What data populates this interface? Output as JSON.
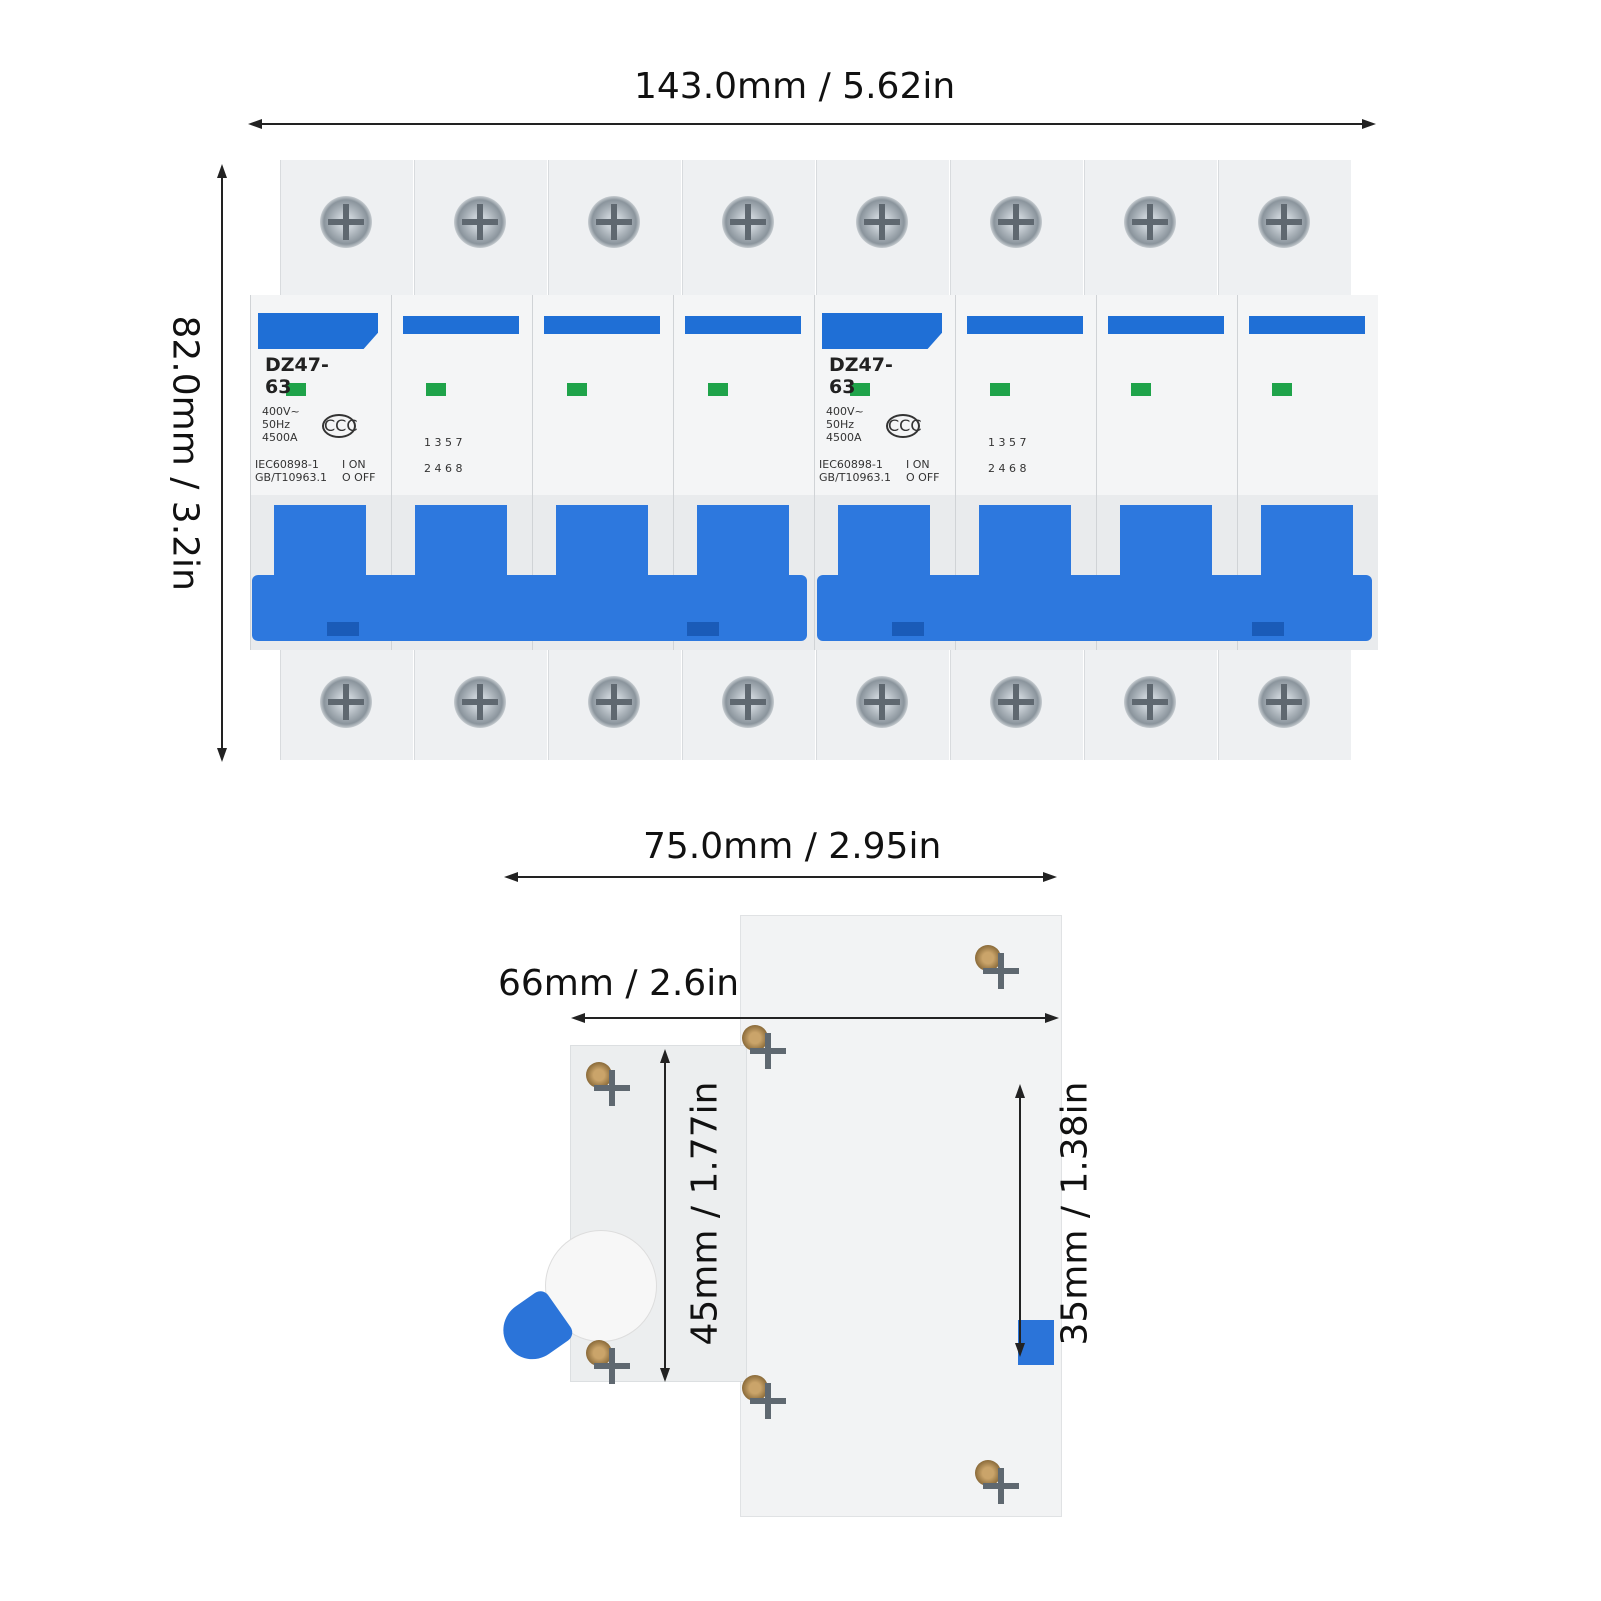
{
  "dimensions": {
    "width_total": "143.0mm / 5.62in",
    "height_total": "82.0mm / 3.2in",
    "depth_total": "75.0mm / 2.95in",
    "depth_body": "66mm / 2.6in",
    "front_height": "45mm / 1.77in",
    "rail_height": "35mm / 1.38in"
  },
  "breaker": {
    "model": "DZ47-63",
    "ratings": [
      "400V~",
      "50Hz",
      "4500A"
    ],
    "standards": [
      "IEC60898-1",
      "GB/T10963.1"
    ],
    "on_label": "I ON",
    "off_label": "O OFF",
    "cert_mark": "CCC",
    "terminal_top": "1 3 5 7",
    "terminal_bottom": "2 4 6 8",
    "pole_count": 8
  },
  "colors": {
    "accent": "#1f6fd6",
    "indicator": "#1fa34a",
    "body": "#f4f5f6"
  }
}
